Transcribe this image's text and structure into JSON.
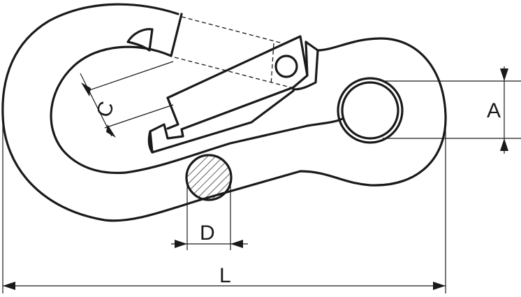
{
  "labels": {
    "dim_c": "C",
    "dim_a": "A",
    "dim_d": "D",
    "dim_l": "L"
  }
}
